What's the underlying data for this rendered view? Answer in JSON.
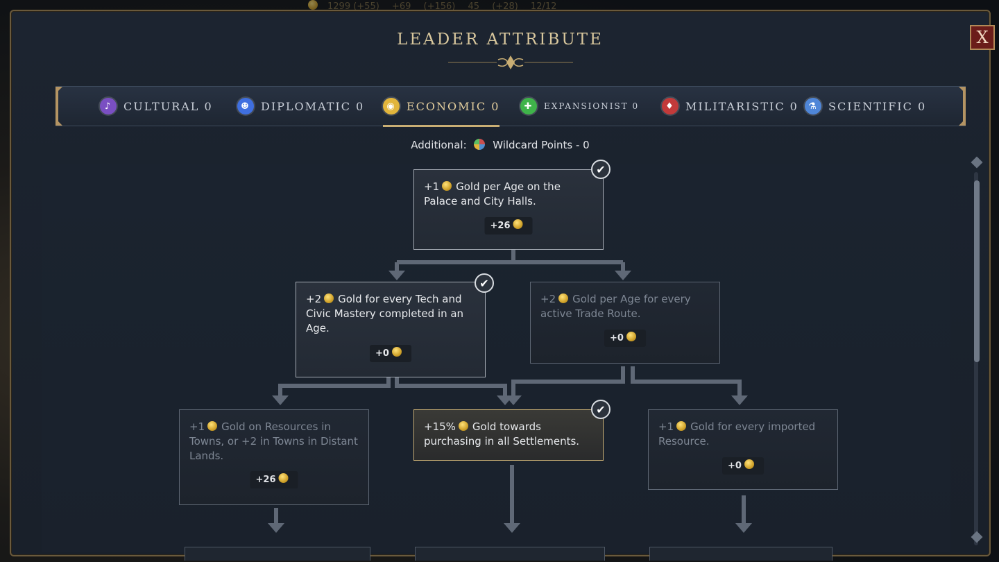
{
  "background": {
    "resource_readout": [
      "1299 (+55)",
      "+69",
      "(+156)",
      "45",
      "(+28)",
      "12/12"
    ]
  },
  "modal": {
    "title": "LEADER ATTRIBUTE",
    "close_label": "X"
  },
  "tabs": [
    {
      "label": "CULTURAL 0",
      "icon": "cultural-icon",
      "color": "#7a4fc2"
    },
    {
      "label": "DIPLOMATIC 0",
      "icon": "diplomatic-icon",
      "color": "#3f6fe0"
    },
    {
      "label": "ECONOMIC 0",
      "icon": "economic-icon",
      "color": "#e2b53c",
      "active": true
    },
    {
      "label": "EXPANSIONIST 0",
      "icon": "expansionist-icon",
      "color": "#3fb34a"
    },
    {
      "label": "MILITARISTIC 0",
      "icon": "militaristic-icon",
      "color": "#c23a3a"
    },
    {
      "label": "SCIENTIFIC 0",
      "icon": "scientific-icon",
      "color": "#4f86d8"
    }
  ],
  "additional": {
    "label": "Additional:",
    "value": "Wildcard Points - 0"
  },
  "tree": {
    "nodes": [
      {
        "prefix": "+1",
        "text": "Gold per Age on the Palace and City Halls.",
        "value": "+26",
        "state": "unlocked"
      },
      {
        "prefix": "+2",
        "text": "Gold for every Tech and Civic Mastery completed in an Age.",
        "value": "+0",
        "state": "unlocked"
      },
      {
        "prefix": "+2",
        "text": "Gold per Age for every active Trade Route.",
        "value": "+0",
        "state": "locked"
      },
      {
        "prefix": "+1",
        "text": "Gold on Resources in Towns, or +2 in Towns in Distant Lands.",
        "value": "+26",
        "state": "locked"
      },
      {
        "prefix": "+15%",
        "text": "Gold towards purchasing in all Settlements.",
        "value": "",
        "state": "selected"
      },
      {
        "prefix": "+1",
        "text": "Gold for every imported Resource.",
        "value": "+0",
        "state": "locked"
      }
    ]
  },
  "colors": {
    "accent_gold": "#c9ae74",
    "panel_bg": "#1c2430",
    "close_red": "#6b1d1a"
  }
}
